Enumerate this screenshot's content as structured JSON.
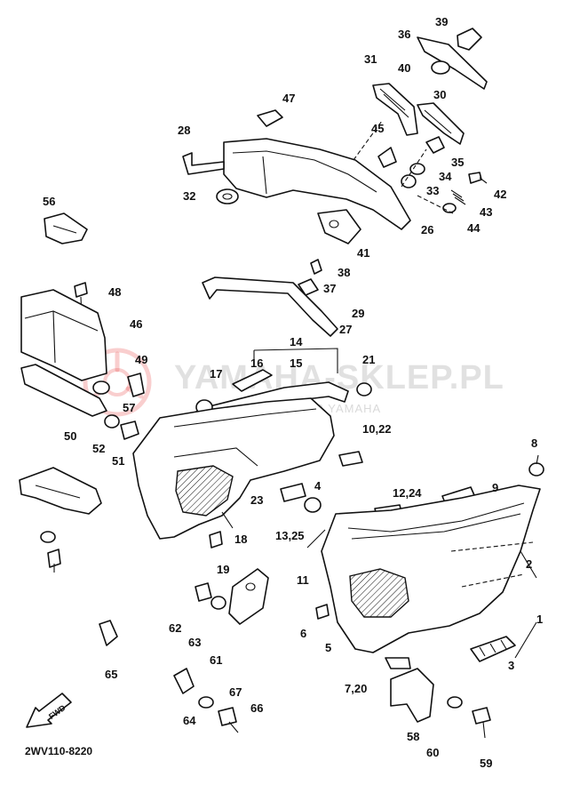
{
  "diagram": {
    "code": "2WV110-8220",
    "forward_marker": "FWD",
    "watermark": {
      "brand": "YAMAHA-SKLEP.PL",
      "tagline": "OFICJALNY DEALER YAMAHA",
      "logo_icon": "tuning-fork-logo-icon"
    },
    "colors": {
      "line": "#111111",
      "background": "#ffffff",
      "watermark": "#aaaaaa",
      "logo": "#e85050"
    },
    "callouts": [
      "39",
      "36",
      "40",
      "31",
      "30",
      "47",
      "45",
      "35",
      "34",
      "42",
      "33",
      "43",
      "44",
      "28",
      "32",
      "26",
      "41",
      "56",
      "38",
      "37",
      "48",
      "29",
      "27",
      "46",
      "14",
      "16",
      "15",
      "21",
      "49",
      "17",
      "57",
      "10,22",
      "8",
      "50",
      "52",
      "51",
      "23",
      "4",
      "12,24",
      "9",
      "18",
      "13,25",
      "11",
      "19",
      "2",
      "1",
      "62",
      "6",
      "5",
      "63",
      "61",
      "3",
      "65",
      "7,20",
      "67",
      "66",
      "64",
      "58",
      "60",
      "59"
    ]
  }
}
